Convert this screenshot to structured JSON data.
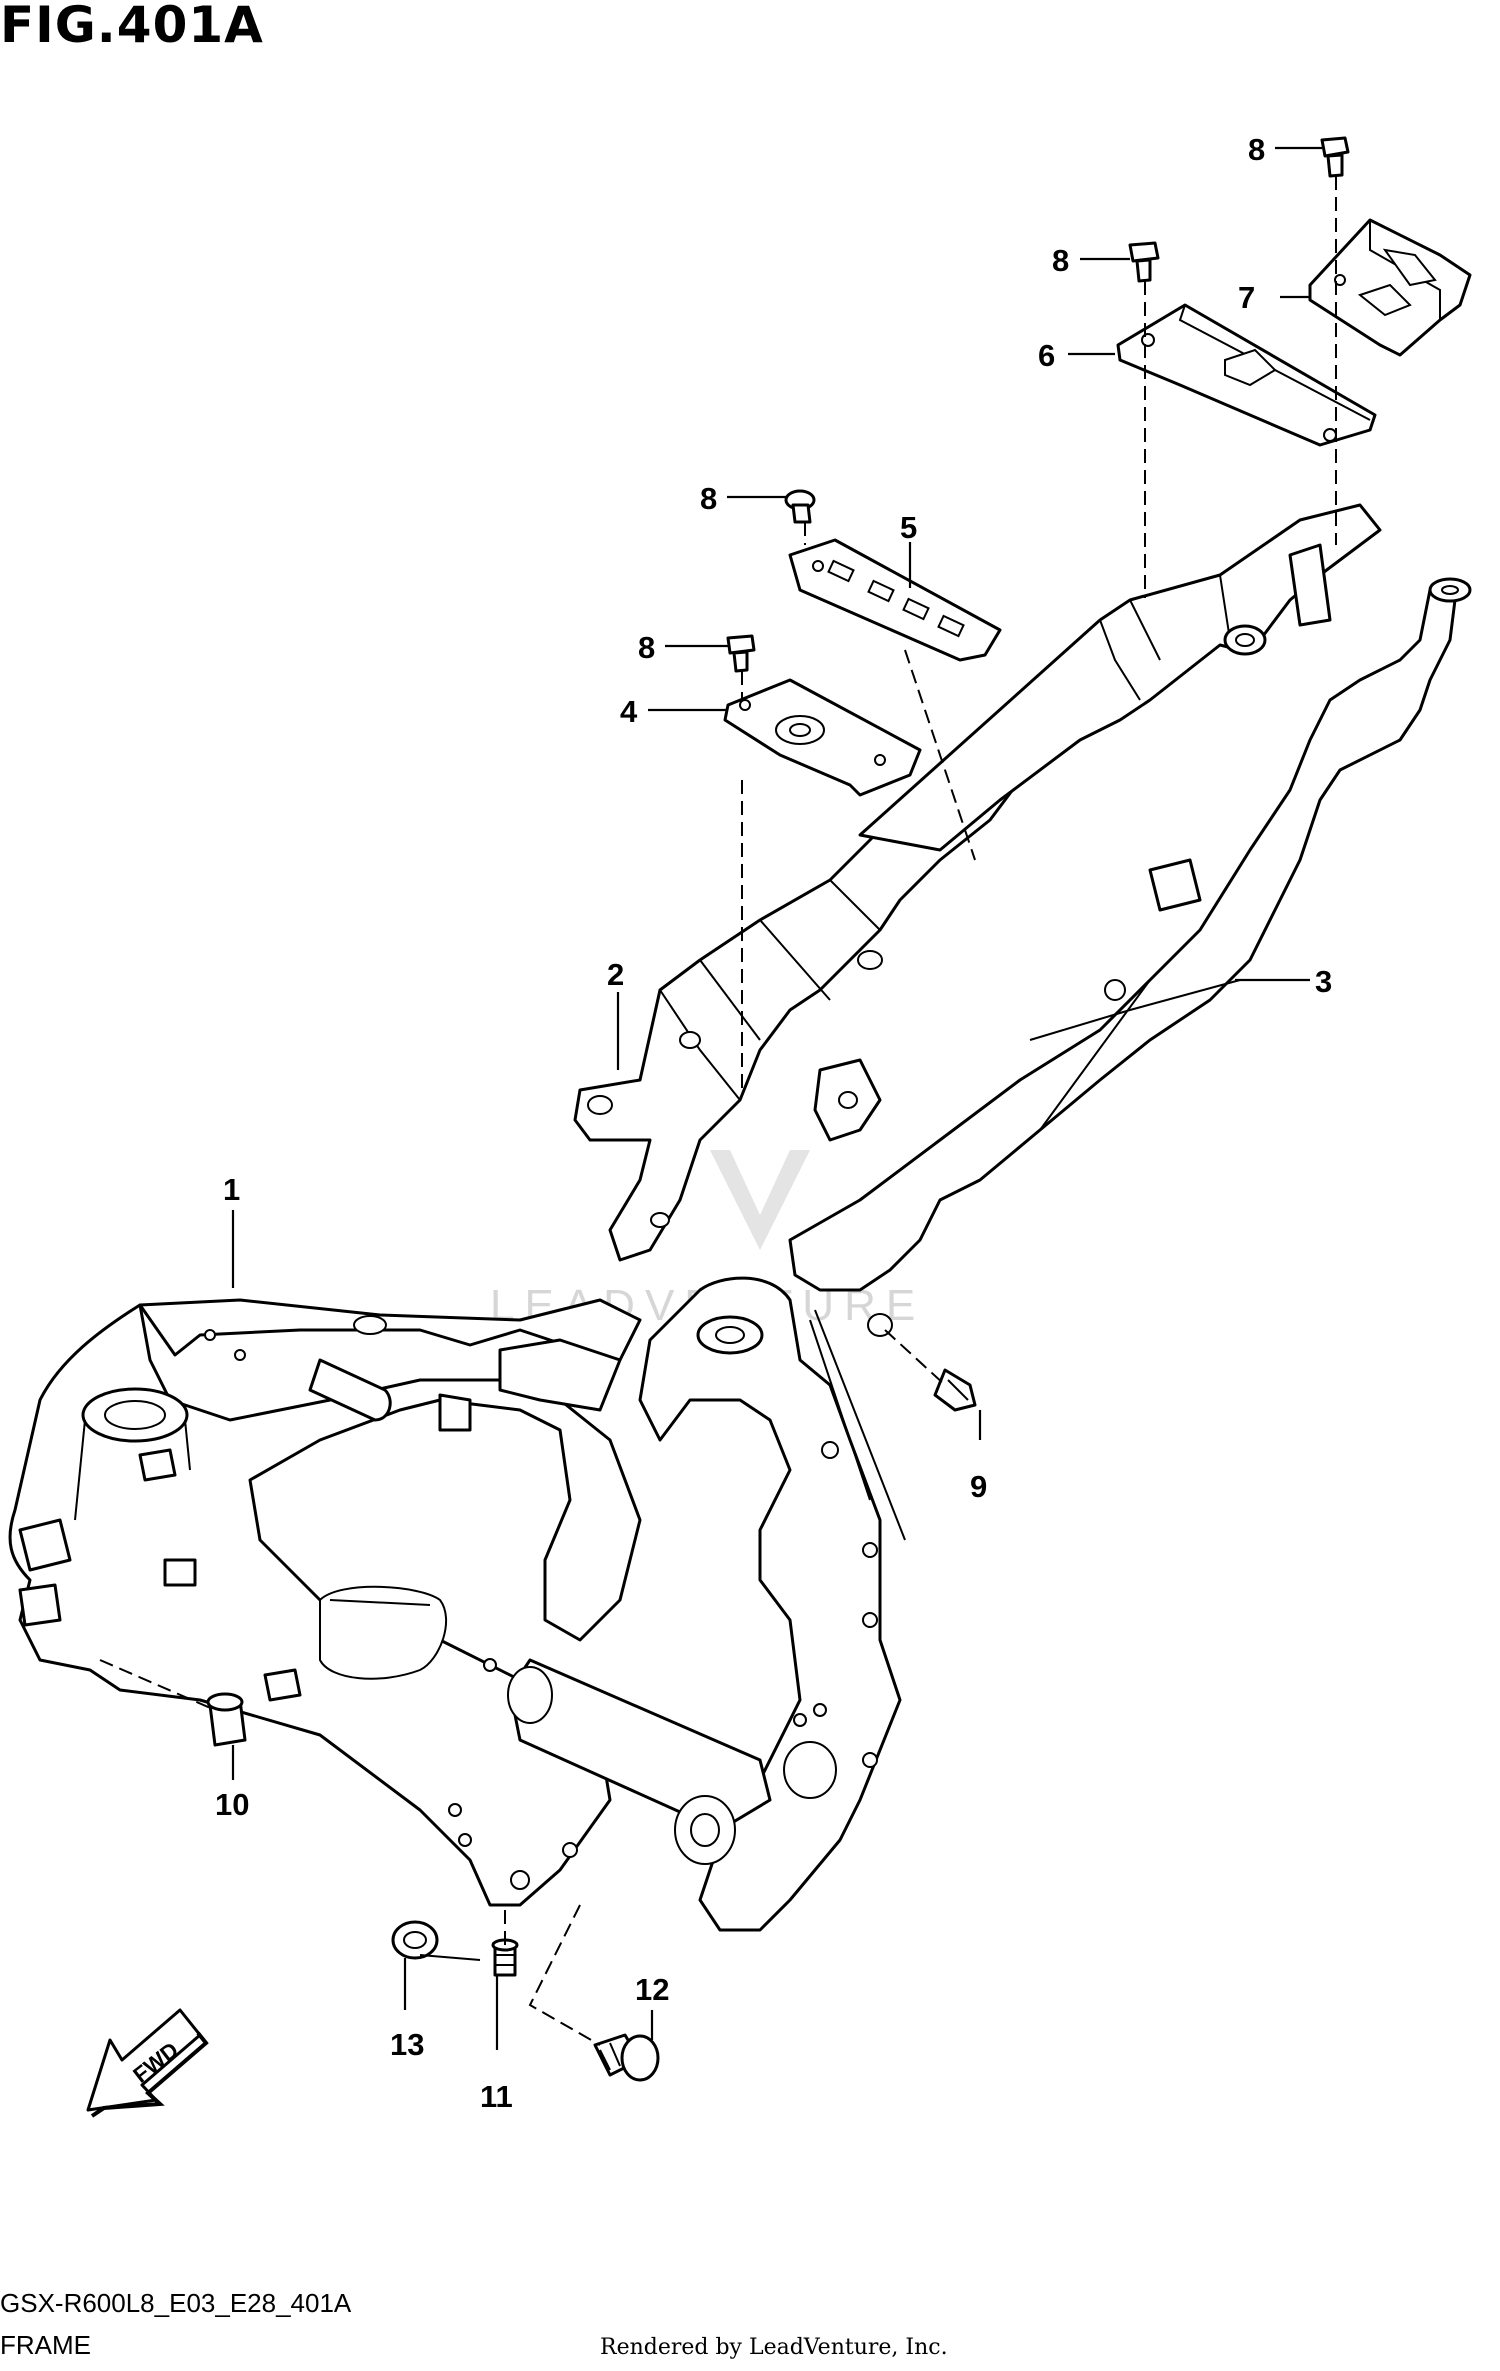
{
  "figure": {
    "title": "FIG.401A",
    "code": "GSX-R600L8_E03_E28_401A",
    "name": "FRAME",
    "credit": "Rendered by LeadVenture, Inc.",
    "watermark": "LEADVENTURE"
  },
  "direction_marker": "FWD",
  "callouts": [
    {
      "id": "1",
      "label": "1"
    },
    {
      "id": "2",
      "label": "2"
    },
    {
      "id": "3",
      "label": "3"
    },
    {
      "id": "4",
      "label": "4"
    },
    {
      "id": "5",
      "label": "5"
    },
    {
      "id": "6",
      "label": "6"
    },
    {
      "id": "7",
      "label": "7"
    },
    {
      "id": "8a",
      "label": "8"
    },
    {
      "id": "8b",
      "label": "8"
    },
    {
      "id": "8c",
      "label": "8"
    },
    {
      "id": "8d",
      "label": "8"
    },
    {
      "id": "9",
      "label": "9"
    },
    {
      "id": "10",
      "label": "10"
    },
    {
      "id": "11",
      "label": "11"
    },
    {
      "id": "12",
      "label": "12"
    },
    {
      "id": "13",
      "label": "13"
    }
  ]
}
